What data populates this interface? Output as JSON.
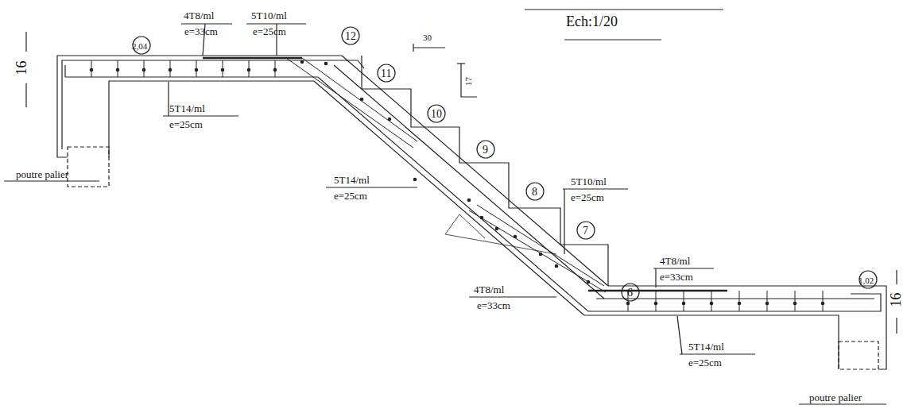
{
  "diagram": {
    "labels": [
      "16",
      "2,04",
      "4T8/ml",
      "e=33cm",
      "5T10/ml",
      "e=25cm",
      "12",
      "30",
      "17",
      "Ech:1/20",
      "11",
      "10",
      "9",
      "8",
      "7",
      "6",
      "5T14/ml",
      "e=25cm",
      "5T14/ml",
      "e=25cm",
      "5T10/ml",
      "e=25cm",
      "4T8/ml",
      "e=33cm",
      "4T8/ml",
      "e=33cm",
      "1,02",
      "5T14/ml",
      "e=25cm",
      "16",
      "poutre palier",
      "poutre palier"
    ]
  }
}
